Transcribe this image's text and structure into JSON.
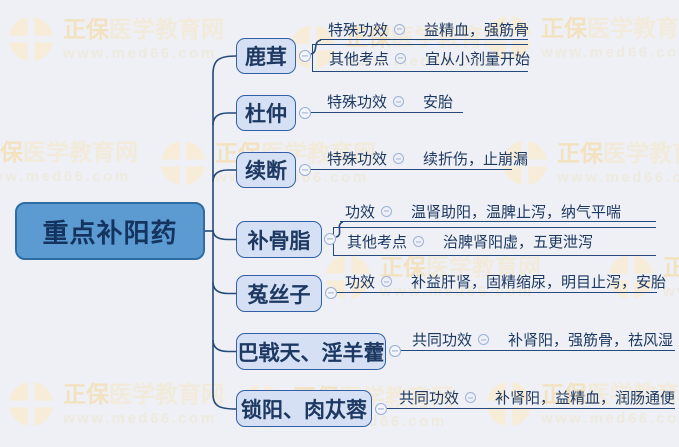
{
  "watermark": {
    "brand_strong": "正保",
    "brand_rest": "医学教育网",
    "url": "www.med66.com"
  },
  "icons": {
    "collapse_icon": "minus-circle",
    "brand_logo_icon": "circle-cross-medical"
  },
  "colors": {
    "background": "#eef0f5",
    "root_fill": "#5c9ad2",
    "root_border": "#2e6da4",
    "node_fill": "#d5e0f4",
    "node_border": "#3061a8",
    "text_navy": "#1d3861",
    "line": "#24497c",
    "collapse": "#98aed6",
    "watermark_cream": "#f4e9d2"
  },
  "root": {
    "label": "重点补阳药"
  },
  "branches": [
    {
      "label": "鹿茸",
      "rows": [
        {
          "key": "特殊功效",
          "value": "益精血，强筋骨"
        },
        {
          "key": "其他考点",
          "value": "宜从小剂量开始"
        }
      ]
    },
    {
      "label": "杜仲",
      "rows": [
        {
          "key": "特殊功效",
          "value": "安胎"
        }
      ]
    },
    {
      "label": "续断",
      "rows": [
        {
          "key": "特殊功效",
          "value": "续折伤，止崩漏"
        }
      ]
    },
    {
      "label": "补骨脂",
      "rows": [
        {
          "key": "功效",
          "value": "温肾助阳，温脾止泻，纳气平喘"
        },
        {
          "key": "其他考点",
          "value": "治脾肾阳虚，五更泄泻"
        }
      ]
    },
    {
      "label": "菟丝子",
      "rows": [
        {
          "key": "功效",
          "value": "补益肝肾，固精缩尿，明目止泻，安胎"
        }
      ]
    },
    {
      "label": "巴戟天、淫羊藿",
      "rows": [
        {
          "key": "共同功效",
          "value": "补肾阳，强筋骨，祛风湿"
        }
      ]
    },
    {
      "label": "锁阳、肉苁蓉",
      "rows": [
        {
          "key": "共同功效",
          "value": "补肾阳，益精血，润肠通便"
        }
      ]
    }
  ]
}
